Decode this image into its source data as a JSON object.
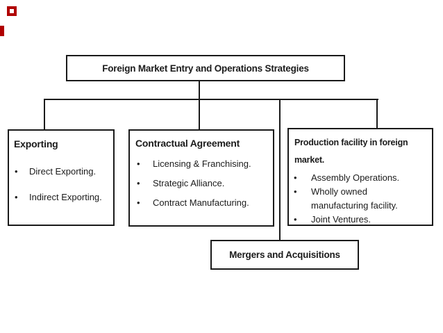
{
  "canvas": {
    "background": "#ffffff",
    "line_color": "#1a1a1a",
    "text_color": "#1b1b1b",
    "artifact_red": "#b00000"
  },
  "bullet_glyph": "•",
  "root_box": {
    "title": "Foreign Market Entry and Operations Strategies"
  },
  "branches": [
    {
      "title": "Exporting",
      "bullets": [
        "Direct Exporting.",
        "Indirect Exporting."
      ]
    },
    {
      "title": "Contractual Agreement",
      "bullets": [
        "Licensing & Franchising.",
        "Strategic Alliance.",
        "Contract Manufacturing."
      ]
    },
    {
      "title": "Production facility in foreign market.",
      "bullets": [
        "Assembly Operations.",
        "Wholly owned manufacturing facility.",
        "Joint Ventures."
      ]
    }
  ],
  "bottom_box": {
    "title": "Mergers and Acquisitions"
  }
}
